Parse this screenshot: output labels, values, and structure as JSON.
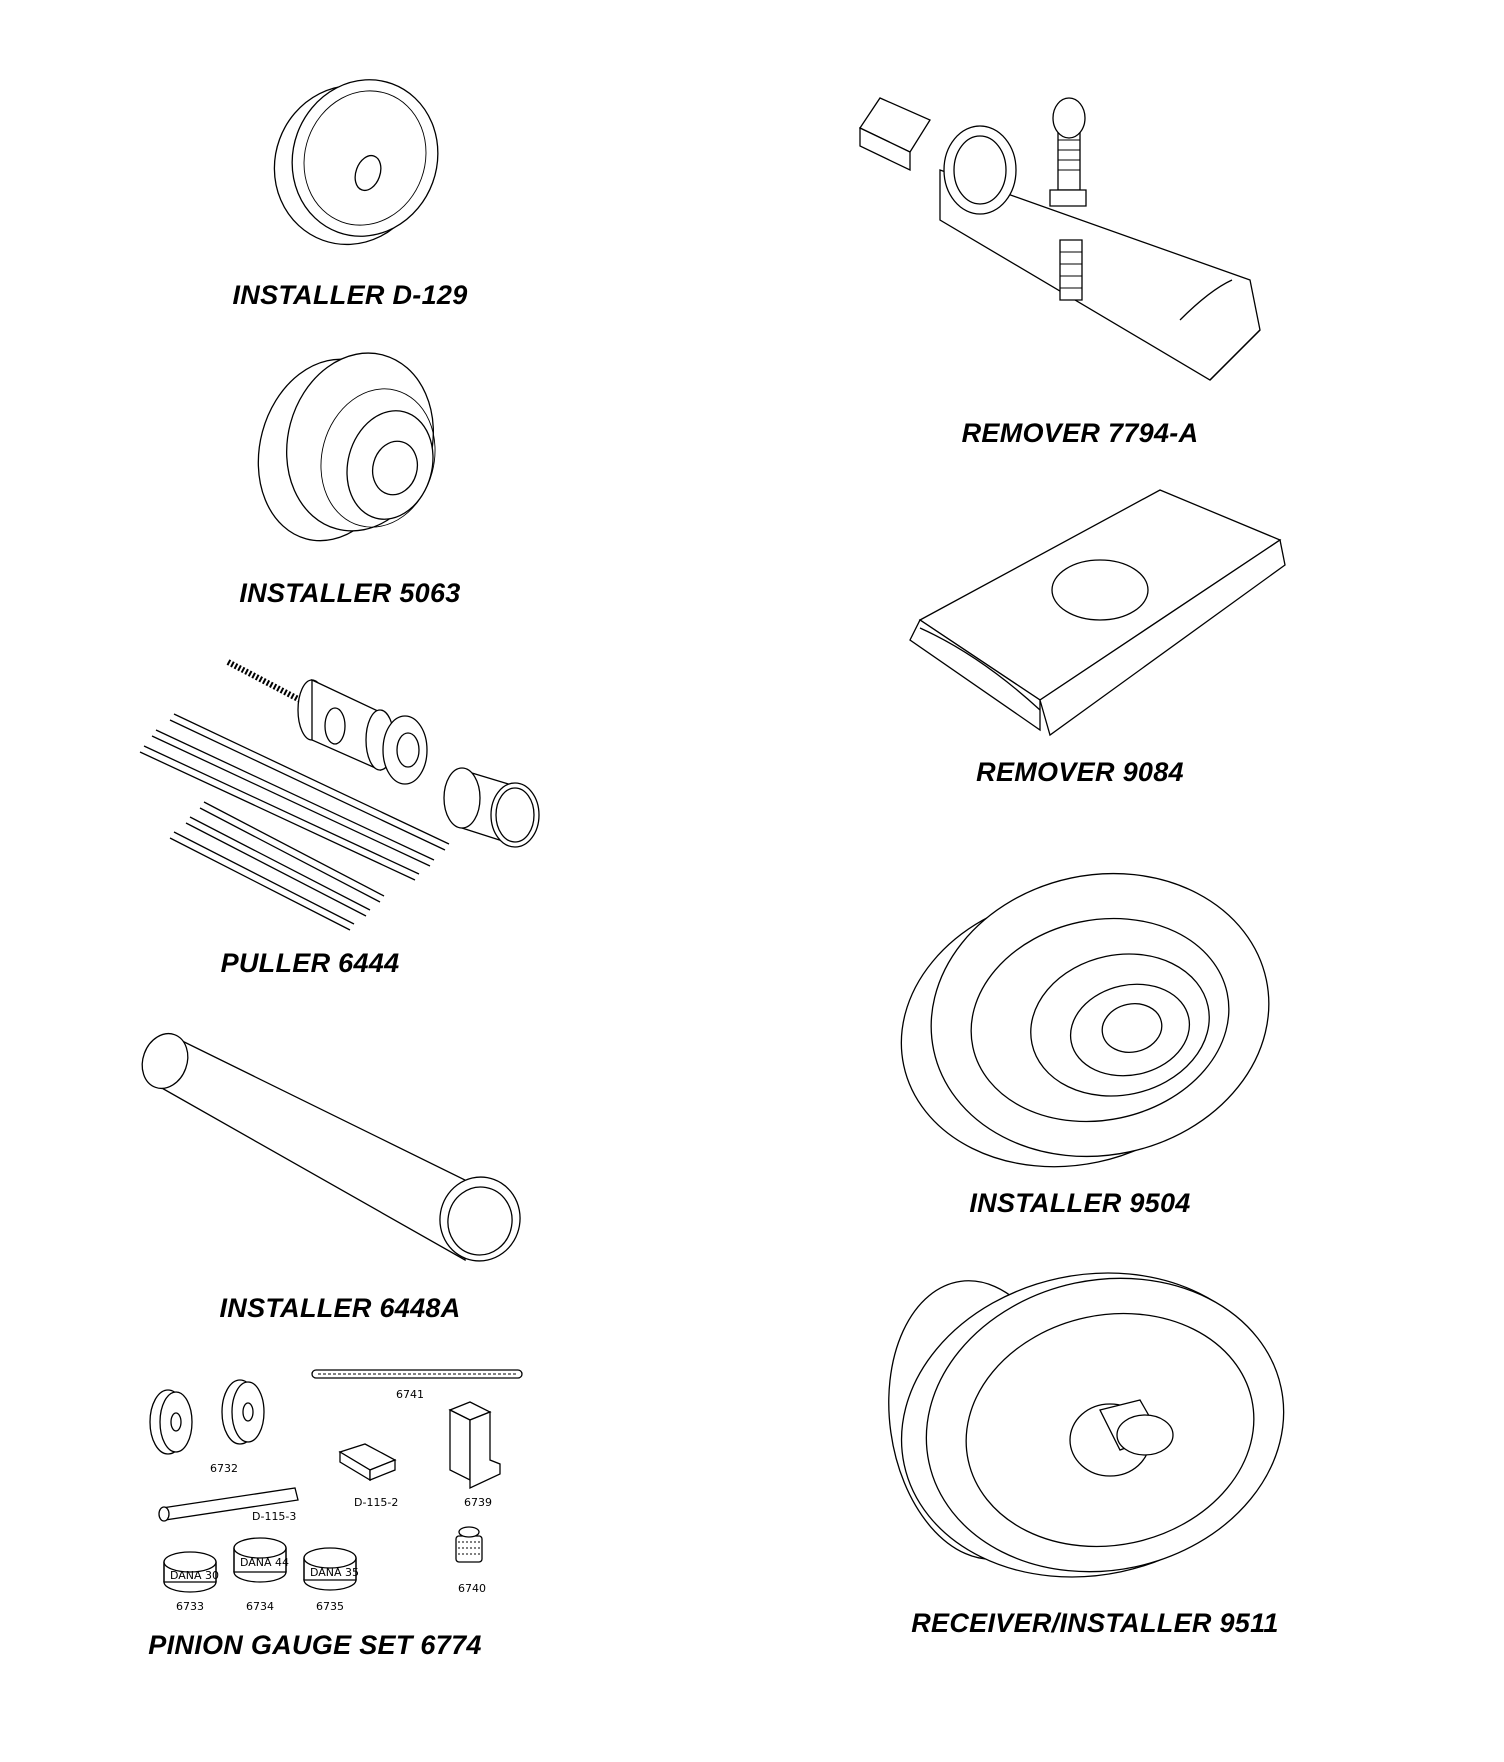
{
  "tools": {
    "installer_d129": {
      "label": "INSTALLER D-129"
    },
    "installer_5063": {
      "label": "INSTALLER 5063"
    },
    "puller_6444": {
      "label": "PULLER 6444"
    },
    "installer_6448a": {
      "label": "INSTALLER 6448A"
    },
    "pinion_gauge_set": {
      "label": "PINION GAUGE SET 6774",
      "parts": {
        "p6732": "6732",
        "p6741": "6741",
        "pD1152": "D-115-2",
        "p6739": "6739",
        "pD1153": "D-115-3",
        "p6733": "6733",
        "p6734": "6734",
        "p6735": "6735",
        "p6740": "6740",
        "dana30": "DANA 30",
        "dana44": "DANA 44",
        "dana35": "DANA 35"
      }
    },
    "remover_7794a": {
      "label": "REMOVER 7794-A"
    },
    "remover_9084": {
      "label": "REMOVER 9084"
    },
    "installer_9504": {
      "label": "INSTALLER 9504"
    },
    "receiver_installer_9511": {
      "label": "RECEIVER/INSTALLER 9511"
    }
  }
}
